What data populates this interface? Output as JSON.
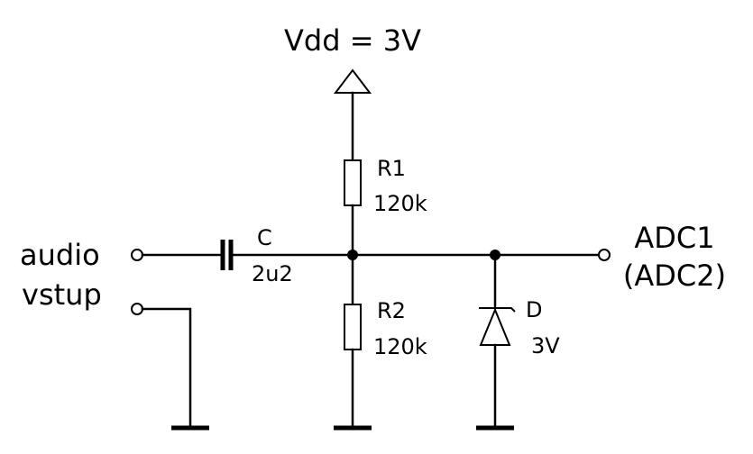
{
  "diagram": {
    "supply_label": "Vdd = 3V",
    "input_label_line1": "audio",
    "input_label_line2": "vstup",
    "capacitor": {
      "name": "C",
      "value": "2u2"
    },
    "resistor_top": {
      "name": "R1",
      "value": "120k"
    },
    "resistor_bottom": {
      "name": "R2",
      "value": "120k"
    },
    "diode": {
      "name": "D",
      "value": "3V"
    },
    "output_label_line1": "ADC1",
    "output_label_line2": "(ADC2)"
  }
}
